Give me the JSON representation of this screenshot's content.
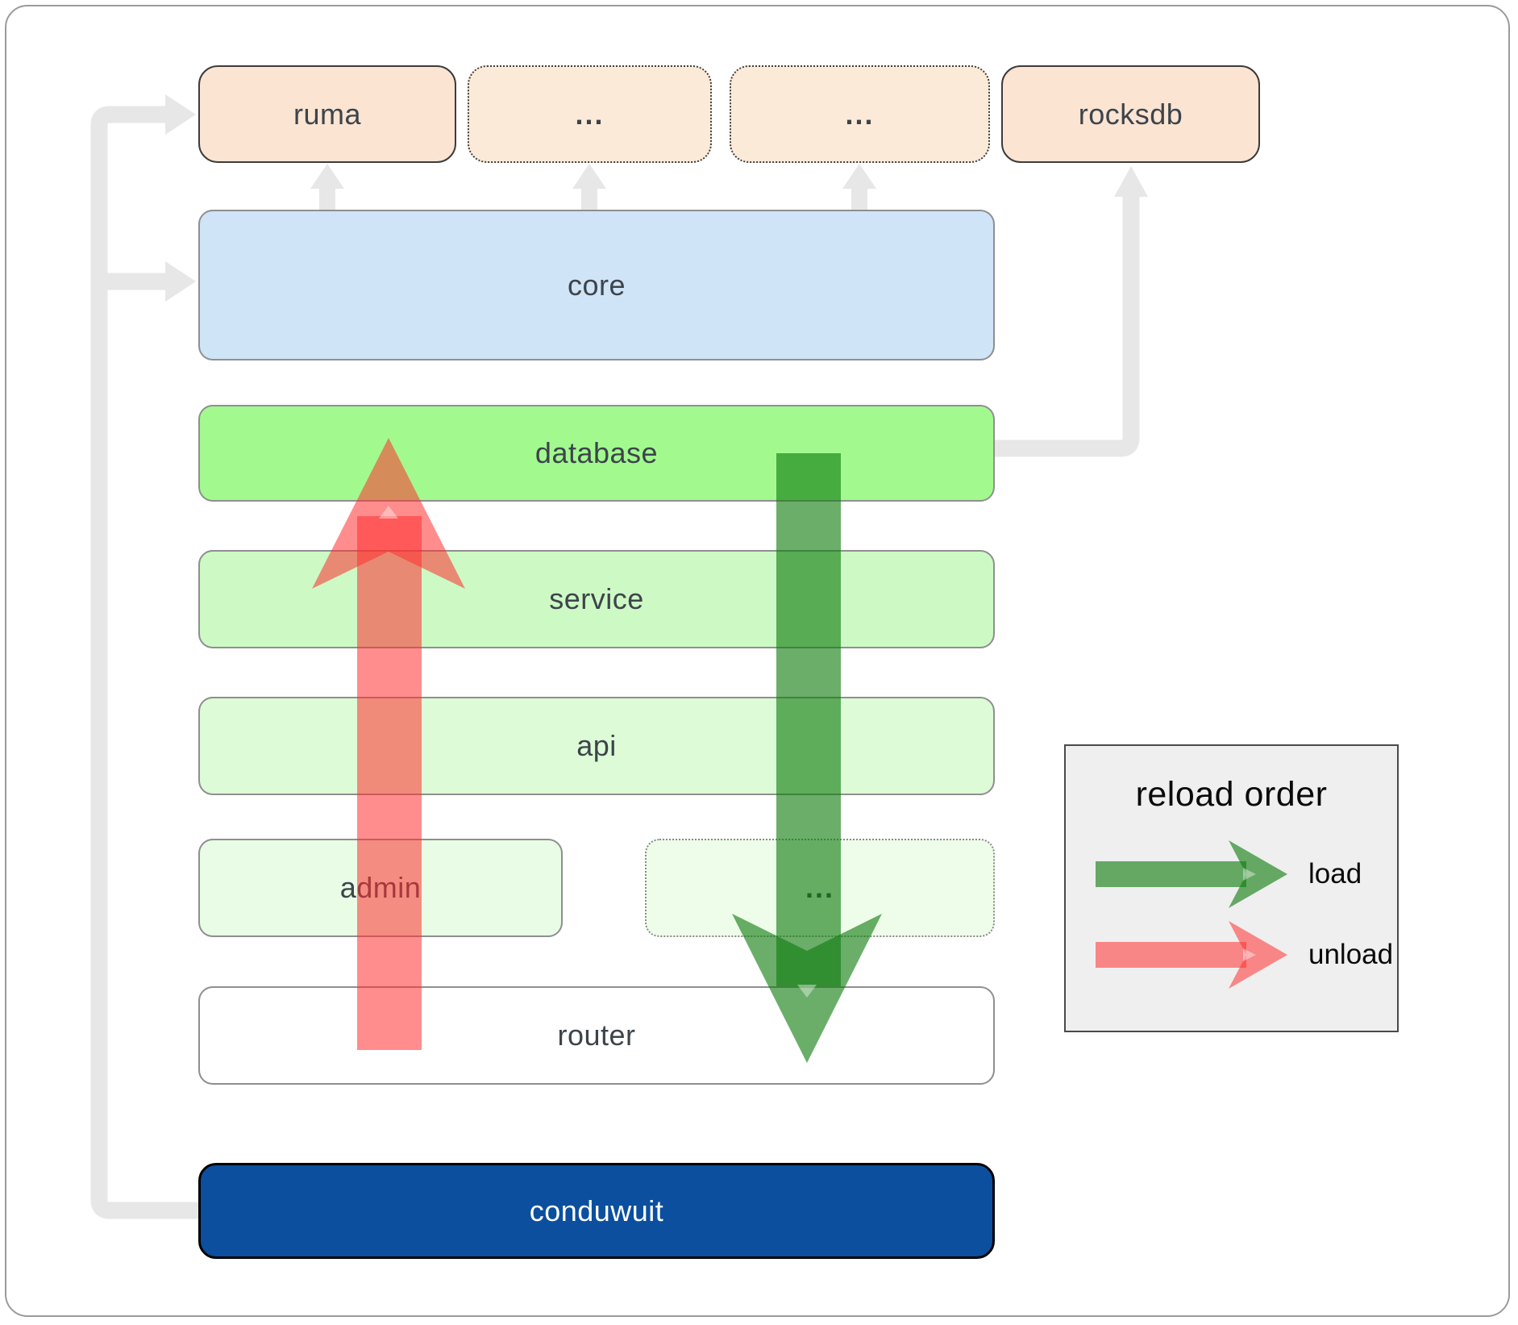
{
  "diagram": {
    "top_row": {
      "ruma": "ruma",
      "dots_a": "...",
      "dots_b": "...",
      "rocksdb": "rocksdb"
    },
    "layers": {
      "core": "core",
      "database": "database",
      "service": "service",
      "api": "api",
      "admin": "admin",
      "dots_c": "...",
      "router": "router",
      "conduwuit": "conduwuit"
    },
    "legend": {
      "title": "reload order",
      "load_label": "load",
      "unload_label": "unload"
    },
    "colors": {
      "load_arrow_green": "#0f7c0f",
      "unload_arrow_red": "#ff2f2f",
      "connector_gray": "#e7e7e7",
      "conduwuit_bg": "#0b4f9e",
      "database_bg": "#a2fa8f",
      "core_bg": "#d0e4f7",
      "module_peach_bg": "#fbe4d2",
      "legend_bg": "#efefef"
    }
  }
}
